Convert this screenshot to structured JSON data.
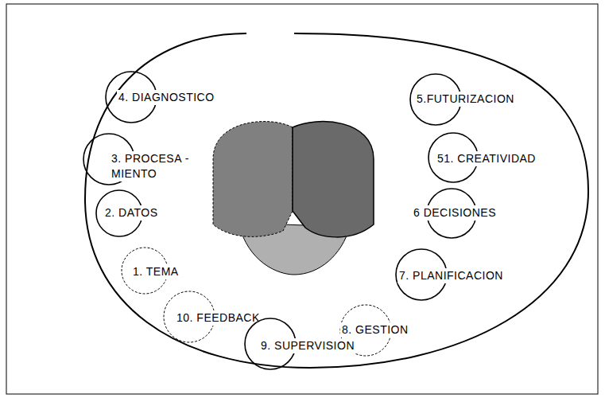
{
  "diagram": {
    "nodes": [
      {
        "text": [
          "4. DIAGNOSTICO"
        ]
      },
      {
        "text": [
          "5.FUTURIZACION"
        ]
      },
      {
        "text": [
          "3. PROCESA - MIENTO"
        ]
      },
      {
        "text": [
          "51. CREATIVIDAD"
        ]
      },
      {
        "text": [
          "2. DATOS"
        ]
      },
      {
        "text": [
          "6 DECISIONES"
        ]
      },
      {
        "text": [
          "1. TEMA"
        ]
      },
      {
        "text": [
          "7. PLANIFICACION"
        ]
      },
      {
        "text": [
          "10. FEEDBACK"
        ]
      },
      {
        "text": [
          "8. GESTION"
        ]
      },
      {
        "text": [
          "9. SUPERVISION"
        ]
      }
    ]
  }
}
